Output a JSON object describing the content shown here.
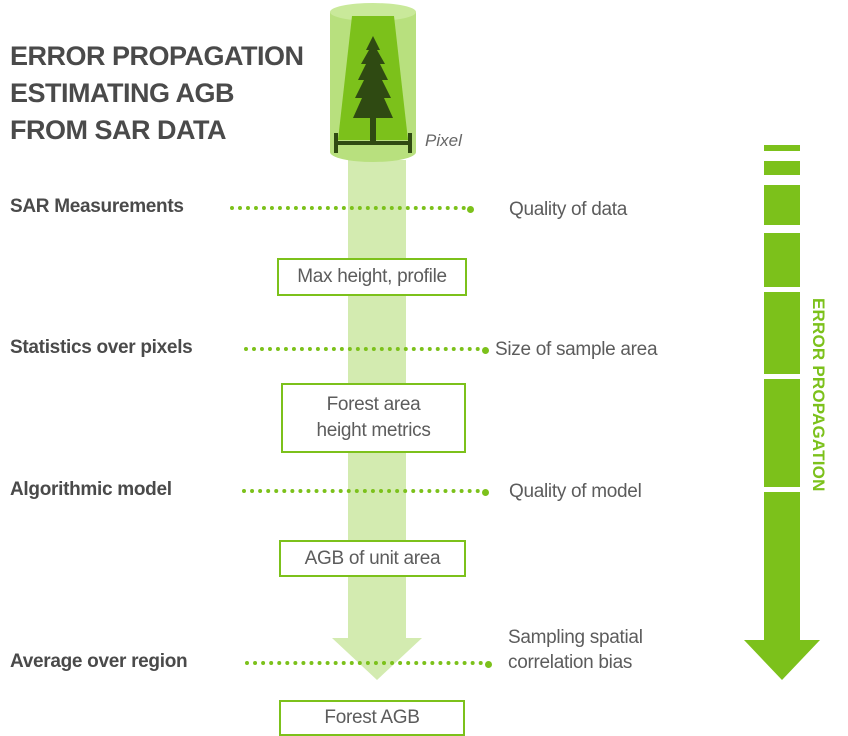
{
  "title_lines": [
    "ERROR PROPAGATION",
    "ESTIMATING AGB",
    "FROM SAR DATA"
  ],
  "pixel_label": "Pixel",
  "steps": [
    {
      "label": "SAR Measurements",
      "factor": "Quality of data"
    },
    {
      "label": "Statistics over pixels",
      "factor": "Size of sample area"
    },
    {
      "label": "Algorithmic model",
      "factor": "Quality of model"
    },
    {
      "label": "Average over region",
      "factor_lines": [
        "Sampling spatial",
        "correlation bias"
      ]
    }
  ],
  "boxes": [
    {
      "lines": [
        "Max height, profile"
      ]
    },
    {
      "lines": [
        "Forest area",
        "height metrics"
      ]
    },
    {
      "lines": [
        "AGB of unit area"
      ]
    },
    {
      "lines": [
        "Forest AGB"
      ]
    }
  ],
  "side_label": "ERROR PROPAGATION",
  "colors": {
    "accent_green": "#7cc11b",
    "light_green": "#d3ebb0",
    "tree_dark": "#2f4a12",
    "text": "#4a4a4a"
  }
}
